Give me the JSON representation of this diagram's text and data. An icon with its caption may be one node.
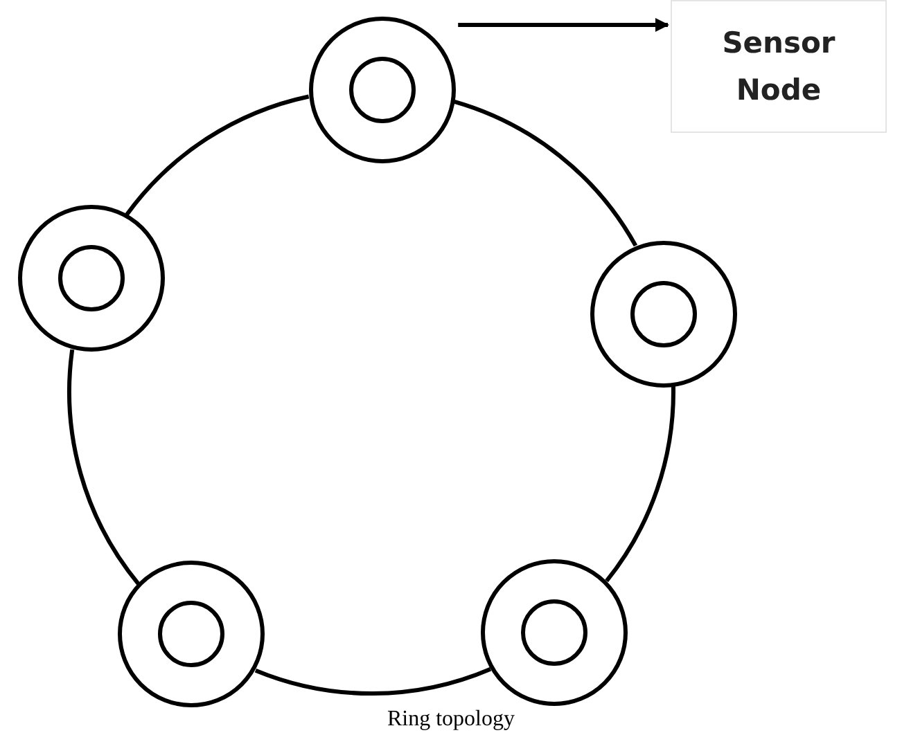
{
  "diagram": {
    "caption": "Ring topology",
    "nodes": [
      {
        "text": [],
        "shape": "circle"
      },
      {
        "text": [
          "Sensor Node"
        ]
      },
      {
        "text": [],
        "shape": "circle"
      },
      {
        "text": [],
        "shape": "circle"
      },
      {
        "text": [],
        "shape": "circle"
      },
      {
        "text": [],
        "shape": "circle"
      }
    ],
    "edges": [
      {
        "from": 0,
        "to": 1,
        "arrow": "to"
      },
      {
        "from": 0,
        "to": 3,
        "arrow": "none"
      },
      {
        "from": 3,
        "to": 5,
        "arrow": "none"
      },
      {
        "from": 5,
        "to": 4,
        "arrow": "none"
      },
      {
        "from": 4,
        "to": 2,
        "arrow": "none"
      },
      {
        "from": 2,
        "to": 0,
        "arrow": "none"
      }
    ]
  }
}
